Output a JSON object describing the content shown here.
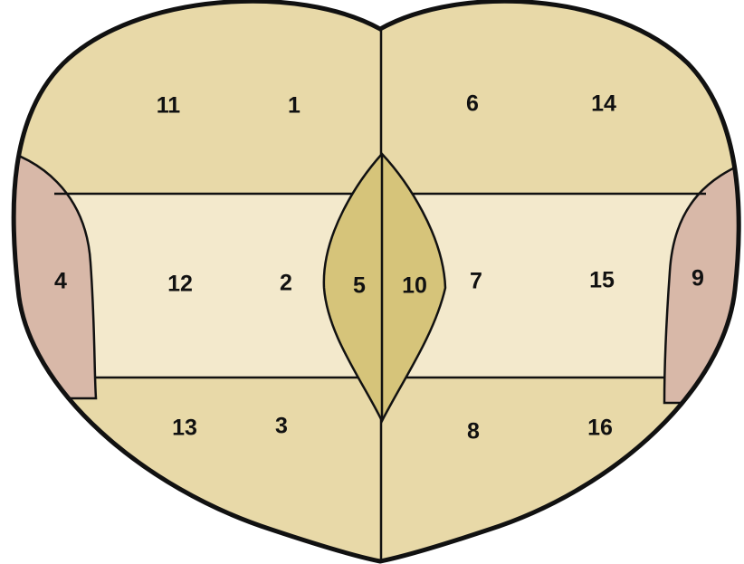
{
  "colors": {
    "outer_zone": "#e8d9a8",
    "middle_band": "#f3e9cc",
    "central_lens": "#d6c47a",
    "lateral_zone": "#d8b8a8",
    "outline": "#111111"
  },
  "zones": [
    {
      "id": "1",
      "label": "1",
      "region": "upper-left"
    },
    {
      "id": "2",
      "label": "2",
      "region": "middle-left"
    },
    {
      "id": "3",
      "label": "3",
      "region": "lower-left"
    },
    {
      "id": "4",
      "label": "4",
      "region": "lateral-left"
    },
    {
      "id": "5",
      "label": "5",
      "region": "central-left"
    },
    {
      "id": "6",
      "label": "6",
      "region": "upper-right"
    },
    {
      "id": "7",
      "label": "7",
      "region": "middle-right"
    },
    {
      "id": "8",
      "label": "8",
      "region": "lower-right"
    },
    {
      "id": "9",
      "label": "9",
      "region": "lateral-right"
    },
    {
      "id": "10",
      "label": "10",
      "region": "central-right"
    },
    {
      "id": "11",
      "label": "11",
      "region": "upper-left-outer"
    },
    {
      "id": "12",
      "label": "12",
      "region": "middle-left-outer"
    },
    {
      "id": "13",
      "label": "13",
      "region": "lower-left-outer"
    },
    {
      "id": "14",
      "label": "14",
      "region": "upper-right-outer"
    },
    {
      "id": "15",
      "label": "15",
      "region": "middle-right-outer"
    },
    {
      "id": "16",
      "label": "16",
      "region": "lower-right-outer"
    }
  ]
}
